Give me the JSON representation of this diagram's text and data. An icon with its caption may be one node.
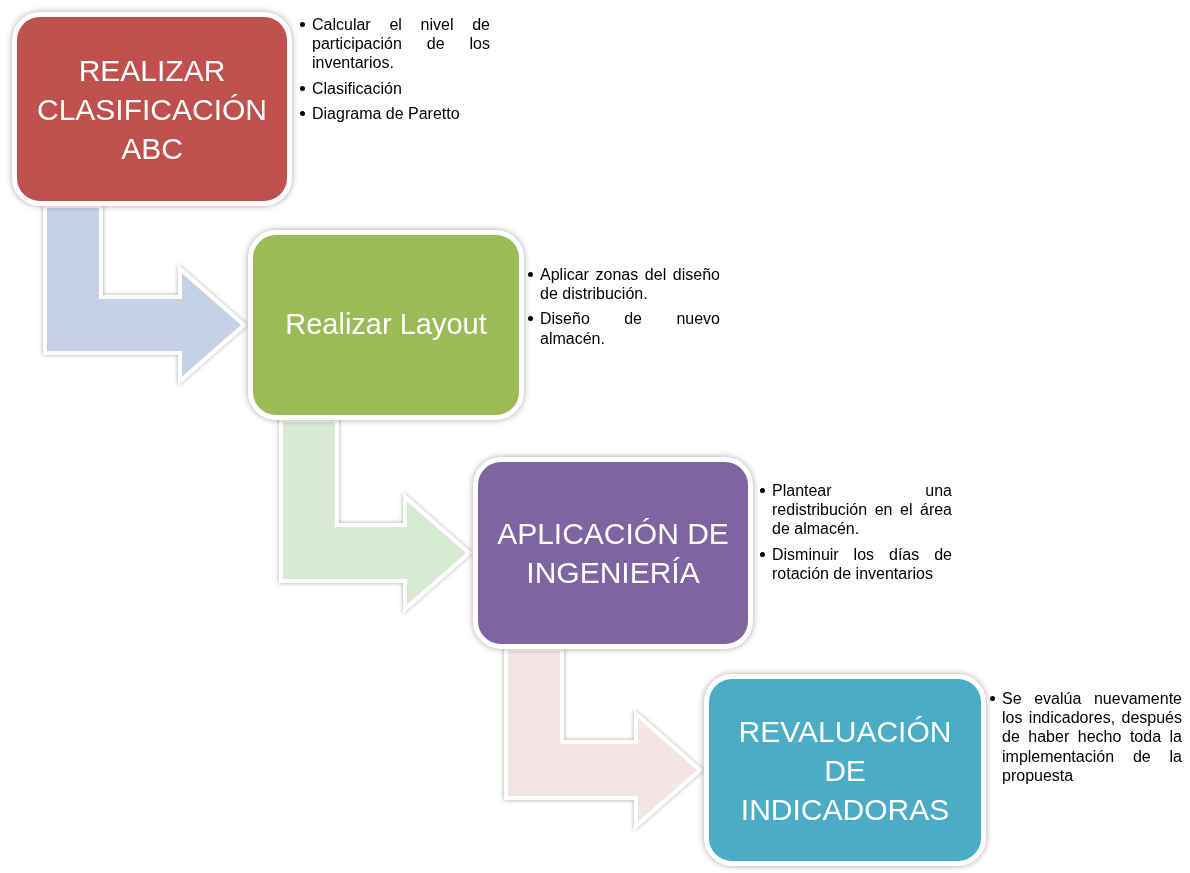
{
  "diagram": {
    "nodes": [
      {
        "text": [
          "REALIZAR CLASIFICACIÓN ABC"
        ],
        "beside": [
          "Calcular el nivel de participación de los inventarios.",
          "Clasificación",
          "Diagrama de Paretto"
        ]
      },
      {
        "text": [
          "Realizar Layout"
        ],
        "beside": [
          "Aplicar zonas del diseño de distribución.",
          "Diseño de nuevo almacén."
        ]
      },
      {
        "text": [
          "APLICACIÓN DE INGENIERÍA"
        ],
        "beside": [
          "Plantear una redistribución en el área de almacén.",
          "Disminuir los días de rotación de inventarios"
        ]
      },
      {
        "text": [
          "REVALUACIÓN DE INDICADORAS"
        ],
        "beside": [
          "Se evalúa nuevamente los indicadores, después de haber hecho toda la implementación de la propuesta"
        ]
      }
    ],
    "edges": [
      {
        "from": 0,
        "to": 1,
        "arrow": "to",
        "style": "thick",
        "color": "#c6d1e5"
      },
      {
        "from": 1,
        "to": 2,
        "arrow": "to",
        "style": "thick",
        "color": "#d8ead3"
      },
      {
        "from": 2,
        "to": 3,
        "arrow": "to",
        "style": "thick",
        "color": "#f2e5e4"
      }
    ]
  }
}
